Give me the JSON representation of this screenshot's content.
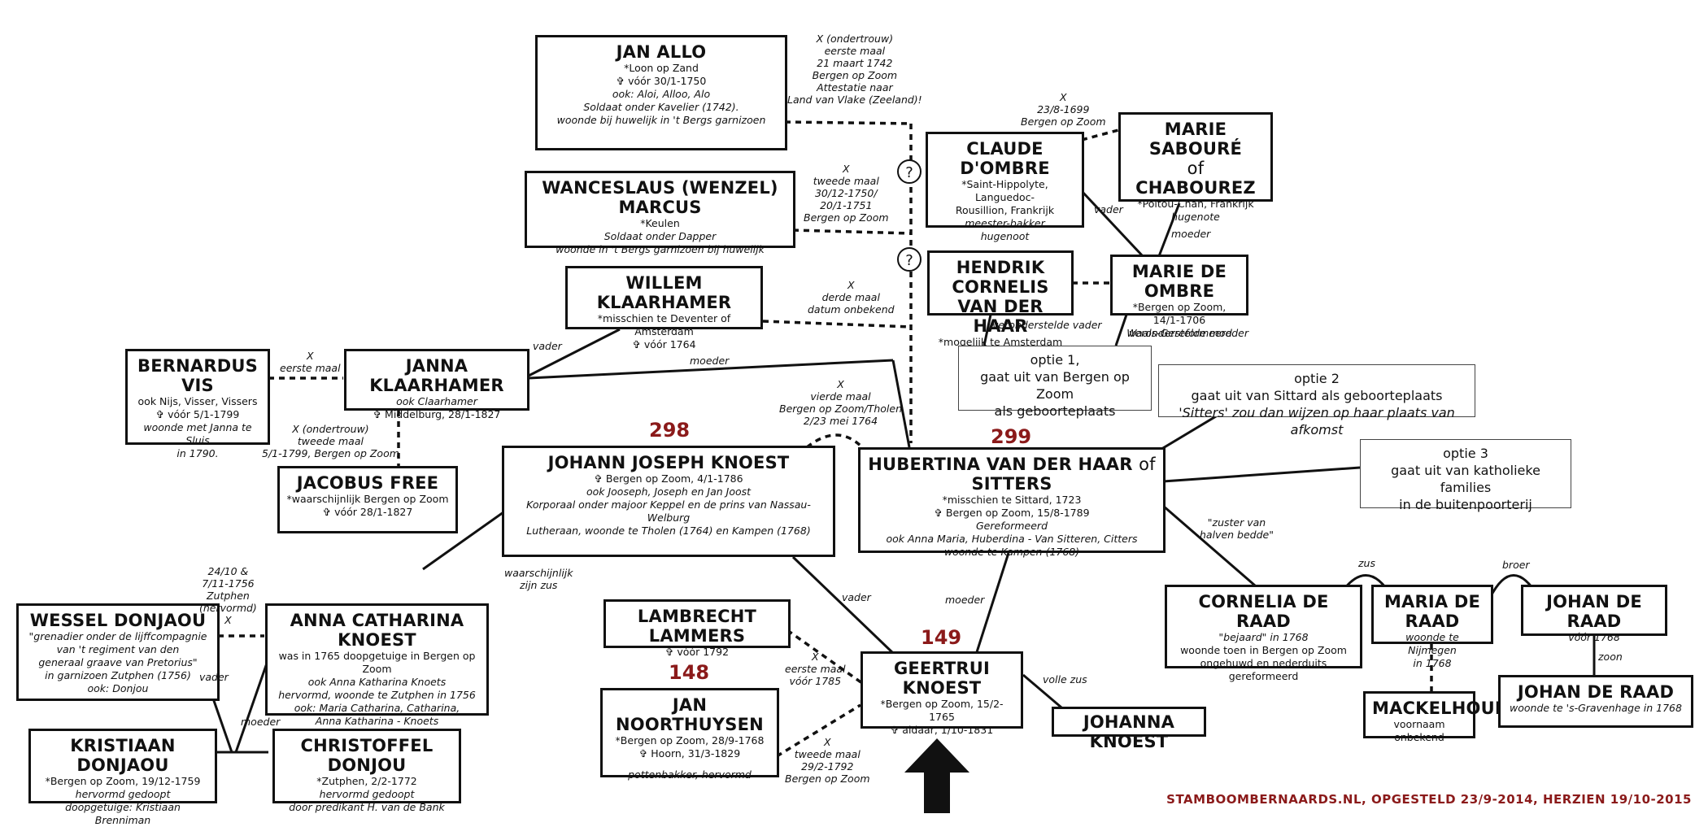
{
  "people": {
    "jan_allo": {
      "name": "JAN ALLO",
      "lines": [
        "*Loon op Zand",
        "✞ vóór 30/1-1750",
        "ook: Aloi, Alloo, Alo",
        "Soldaat onder Kavelier (1742).",
        "woonde bij huwelijk in 't Bergs garnizoen"
      ]
    },
    "wenzel": {
      "name": "WANCESLAUS (WENZEL) MARCUS",
      "lines": [
        "*Keulen",
        "Soldaat onder Dapper",
        "woonde in 't Bergs garnizoen bij huwelijk"
      ]
    },
    "willem": {
      "name": "WILLEM KLAARHAMER",
      "lines": [
        "*misschien te Deventer of Amsterdam",
        "✞ vóór 1764"
      ]
    },
    "bernardus": {
      "name": "BERNARDUS VIS",
      "lines": [
        "ook Nijs, Visser, Vissers",
        "✞ vóór 5/1-1799",
        "woonde met Janna te Sluis",
        "in 1790."
      ]
    },
    "janna": {
      "name": "JANNA KLAARHAMER",
      "lines": [
        "ook Claarhamer",
        "✞ Middelburg, 28/1-1827"
      ]
    },
    "jacobus": {
      "name": "JACOBUS FREE",
      "lines": [
        "*waarschijnlijk Bergen op Zoom",
        "✞ vóór 28/1-1827"
      ]
    },
    "johann": {
      "name": "JOHANN JOSEPH KNOEST",
      "lines": [
        "✞ Bergen op Zoom, 4/1-1786",
        "ook Jooseph, Joseph en Jan Joost",
        "Korporaal onder majoor Keppel en de prins van Nassau-Welburg",
        "Lutheraan, woonde te Tholen (1764) en Kampen (1768)"
      ]
    },
    "claude": {
      "name": "CLAUDE D'OMBRE",
      "lines": [
        "*Saint-Hippolyte, Languedoc-",
        "Rousillion, Frankrijk",
        "meester-bakker",
        "hugenoot"
      ]
    },
    "marie_s": {
      "name_a": "MARIE SABOURÉ",
      "name_of": "of",
      "name_b": "CHABOUREZ",
      "lines": [
        "*Poitou-Chan, Frankrijk",
        "hugenote"
      ]
    },
    "hendrik": {
      "name_a": "HENDRIK CORNELIS",
      "name_b": "VAN DER HAAR",
      "lines": [
        "*mogelijk te Amsterdam"
      ]
    },
    "marie_o": {
      "name": "MARIE DE OMBRE",
      "lines": [
        "*Bergen op Zoom, 14/1-1706",
        "Waals-Gereformeerd"
      ]
    },
    "hubertina": {
      "name_a": "HUBERTINA VAN DER HAAR",
      "name_of": "of",
      "name_b": "SITTERS",
      "lines": [
        "*misschien te Sittard, 1723",
        "✞ Bergen op Zoom, 15/8-1789",
        "Gereformeerd",
        "ook Anna Maria, Huberdina - Van Sitteren, Citters",
        "woonde te Kampen (1768)"
      ]
    },
    "wessel": {
      "name": "WESSEL DONJAOU",
      "lines": [
        "\"grenadier onder de lijffcompagnie",
        "van 't regiment van den",
        "generaal graave van Pretorius\"",
        "in garnizoen Zutphen (1756)",
        "ook: Donjou"
      ]
    },
    "anna": {
      "name": "ANNA CATHARINA KNOEST",
      "lines": [
        "was in 1765 doopgetuige in Bergen op Zoom",
        "ook Anna Katharina Knoets",
        "hervormd, woonde te Zutphen in 1756",
        "ook: Maria Catharina, Catharina,",
        "Anna Katharina - Knoets"
      ]
    },
    "kristiaan": {
      "name": "KRISTIAAN DONJAOU",
      "lines": [
        "*Bergen op Zoom, 19/12-1759",
        "hervormd gedoopt",
        "doopgetuige: Kristiaan Brenniman"
      ]
    },
    "christoffel": {
      "name": "CHRISTOFFEL DONJOU",
      "lines": [
        "*Zutphen, 2/2-1772",
        "hervormd gedoopt",
        "door predikant H. van de Bank"
      ]
    },
    "lambrecht": {
      "name": "LAMBRECHT LAMMERS",
      "lines": [
        "✞ vóór 1792"
      ]
    },
    "jan_n": {
      "name": "JAN NOORTHUYSEN",
      "lines": [
        "*Bergen op Zoom, 28/9-1768",
        "✞ Hoorn, 31/3-1829",
        "",
        "pottenbakker, hervormd"
      ]
    },
    "geertrui": {
      "name": "GEERTRUI KNOEST",
      "lines": [
        "*Bergen op Zoom, 15/2-1765",
        "✞ aldaar, 1/10-1831"
      ]
    },
    "johanna": {
      "name": "JOHANNA KNOEST",
      "lines": []
    },
    "cornelia": {
      "name": "CORNELIA DE RAAD",
      "lines": [
        "\"bejaard\" in 1768",
        "woonde toen in Bergen op Zoom",
        "ongehuwd en nederduits gereformeerd"
      ]
    },
    "maria_r": {
      "name": "MARIA DE RAAD",
      "lines": [
        "woonde te Nijmegen",
        "in 1768"
      ]
    },
    "johan_r1": {
      "name": "JOHAN DE RAAD",
      "lines": [
        "vóór 1768"
      ]
    },
    "mackelhoud": {
      "name": "MACKELHOUD",
      "lines": [
        "voornaam onbekend"
      ]
    },
    "johan_r2": {
      "name": "JOHAN DE RAAD",
      "lines": [
        "woonde te 's-Gravenhage in 1768"
      ]
    }
  },
  "options": {
    "opt1": {
      "lines": [
        "optie 1,",
        "gaat uit van Bergen op Zoom",
        "als geboorteplaats"
      ]
    },
    "opt2": {
      "lines": [
        "optie 2",
        "gaat uit van Sittard als geboorteplaats"
      ],
      "italic": "'Sitters' zou dan wijzen op haar plaats van afkomst"
    },
    "opt3": {
      "lines": [
        "optie 3",
        "gaat uit van katholieke families",
        "in de buitenpoorterij"
      ]
    }
  },
  "numbers": {
    "n298": "298",
    "n299": "299",
    "n149": "149",
    "n148": "148"
  },
  "labels": {
    "allo_marriage": [
      "X (ondertrouw)",
      "eerste maal",
      "21 maart 1742",
      "Bergen op Zoom",
      "Attestatie naar",
      "Land van Vlake (Zeeland)!"
    ],
    "wenzel_marriage": [
      "X",
      "tweede maal",
      "30/12-1750/",
      "20/1-1751",
      "Bergen op Zoom"
    ],
    "willem_marriage": [
      "X",
      "derde maal",
      "datum onbekend"
    ],
    "claude_marriage": [
      "X",
      "23/8-1699",
      "Bergen op Zoom"
    ],
    "bern_marriage": [
      "X",
      "eerste maal"
    ],
    "free_marriage": [
      "X (ondertrouw)",
      "tweede maal",
      "5/1-1799, Bergen op Zoom"
    ],
    "johann_marriage": [
      "X",
      "vierde maal",
      "Bergen op Zoom/Tholen",
      "2/23 mei 1764"
    ],
    "zutphen": [
      "24/10 &",
      "7/11-1756",
      "Zutphen",
      "(hervormd)",
      "X"
    ],
    "lammers_marriage": [
      "X",
      "eerste maal",
      "vóór 1785"
    ],
    "noort_marriage": [
      "X",
      "tweede maal",
      "29/2-1792",
      "Bergen op Zoom"
    ],
    "vader1": "vader",
    "moeder1": "moeder",
    "vader_claude": "vader",
    "moeder_marie": "moeder",
    "ver_vader": "veronderstelde vader",
    "ver_moeder": "veronderstelde moeder",
    "zus": [
      "waarschijnlijk",
      "zijn zus"
    ],
    "vader_geertrui": "vader",
    "moeder_geertrui": "moeder",
    "volle_zus": "volle zus",
    "zuster_halve": [
      "\"zuster van",
      "halven bedde\""
    ],
    "zus2": "zus",
    "broer": "broer",
    "zoon": "zoon",
    "vader_wessel": "vader",
    "moeder_anna": "moeder"
  },
  "question_mark": "?",
  "footer": "STAMBOOMBERNAARDS.NL, OPGESTELD 23/9-2014, HERZIEN 19/10-2015"
}
